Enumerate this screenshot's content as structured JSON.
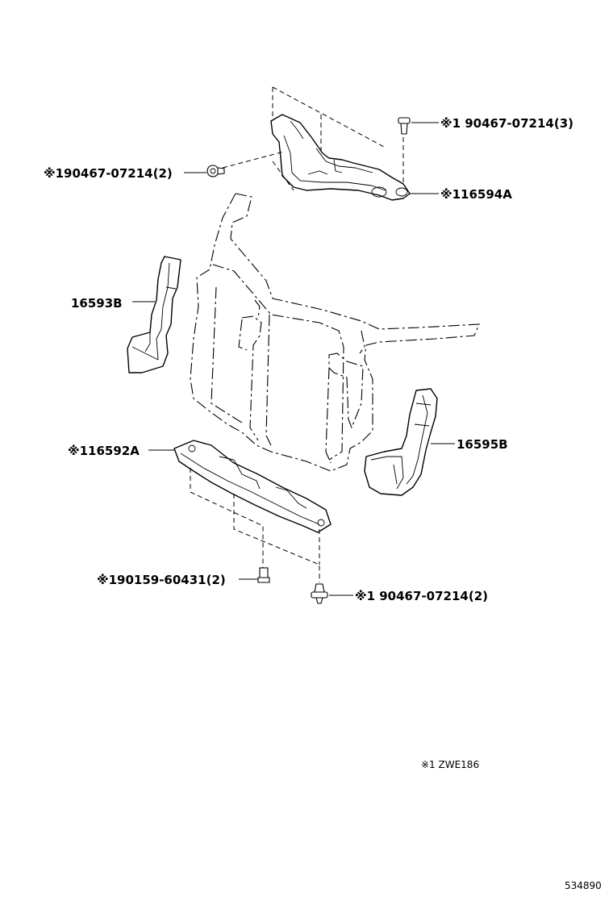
{
  "labels": {
    "clip_top": "※1 90467-07214(3)",
    "clip_left": "※190467-07214(2)",
    "part_16594A": "※116594A",
    "part_16593B": "16593B",
    "part_16595B": "16595B",
    "part_16592A": "※116592A",
    "bolt_bottom": "※190159-60431(2)",
    "clip_bottom": "※1 90467-07214(2)"
  },
  "footnote": "※1 ZWE186",
  "diagram_number": "534890"
}
